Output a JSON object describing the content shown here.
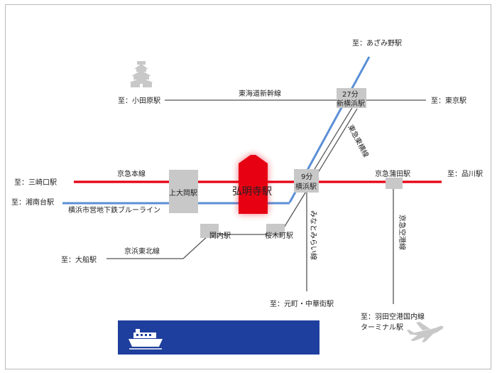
{
  "colors": {
    "keikyu": "#e60012",
    "blue": "#5b8fd6",
    "jr": "#555555",
    "station_box": "#c8c8c8",
    "sea_banner": "#1f3f9e",
    "highlight": "#e60012"
  },
  "icons": [
    "castle-icon",
    "ship-icon",
    "airplane-icon"
  ],
  "destinations": {
    "azamino": "至：あざみ野駅",
    "odawara": "至：小田原駅",
    "tokyo": "至：東京駅",
    "misakiguchi": "至：三崎口駅",
    "shinagawa": "至：品川駅",
    "shonandai": "至：湘南台駅",
    "ofuna": "至：大船駅",
    "motomachi": "至：元町・中華街駅",
    "haneda_1": "至：羽田空港国内線",
    "haneda_2": "ターミナル駅"
  },
  "lines": {
    "shinkansen": "東海道新幹線",
    "keikyu_main": "京急本線",
    "subway_blue": "横浜市営地下鉄ブルーライン",
    "keihin_tohoku": "京浜東北線",
    "toyoko": "東急東横線",
    "minatomirai": "みなとみらい線",
    "airport": "京急空港線"
  },
  "stations": {
    "kamiooka": "上大岡駅",
    "gumyoji": "弘明寺駅",
    "yokohama_time": "9分",
    "yokohama": "横浜駅",
    "shinyokohama_time": "27分",
    "shinyokohama": "新横浜駅",
    "kannai": "関内駅",
    "sakuragicho": "桜木町駅",
    "keikyu_kamata": "京急蒲田駅"
  }
}
